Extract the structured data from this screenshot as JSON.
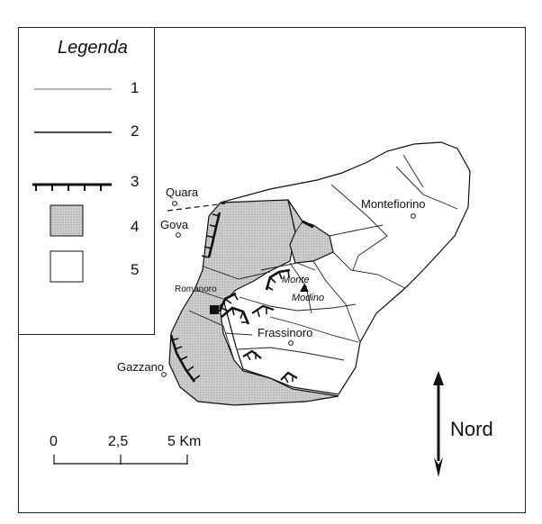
{
  "legend": {
    "title": "Legenda",
    "items": [
      {
        "number": "1",
        "symbol": "thin-line"
      },
      {
        "number": "2",
        "symbol": "thick-line"
      },
      {
        "number": "3",
        "symbol": "hatched-scarp-line"
      },
      {
        "number": "4",
        "symbol": "grey-dotted-fill",
        "color": "#c8c8c8"
      },
      {
        "number": "5",
        "symbol": "white-fill",
        "color": "#ffffff"
      }
    ]
  },
  "places": {
    "quara": "Quara",
    "gova": "Gova",
    "montefiorino": "Montefiorino",
    "romanoro": "Romanoro",
    "monte_modino_1": "Monte",
    "monte_modino_2": "Modino",
    "frassinoro": "Frassinoro",
    "gazzano": "Gazzano"
  },
  "scale_bar": {
    "ticks": [
      "0",
      "2,5",
      "5 Km"
    ]
  },
  "north_arrow": {
    "label": "Nord"
  },
  "colors": {
    "ink": "#111111",
    "grey_area": "#c8c8c8"
  }
}
